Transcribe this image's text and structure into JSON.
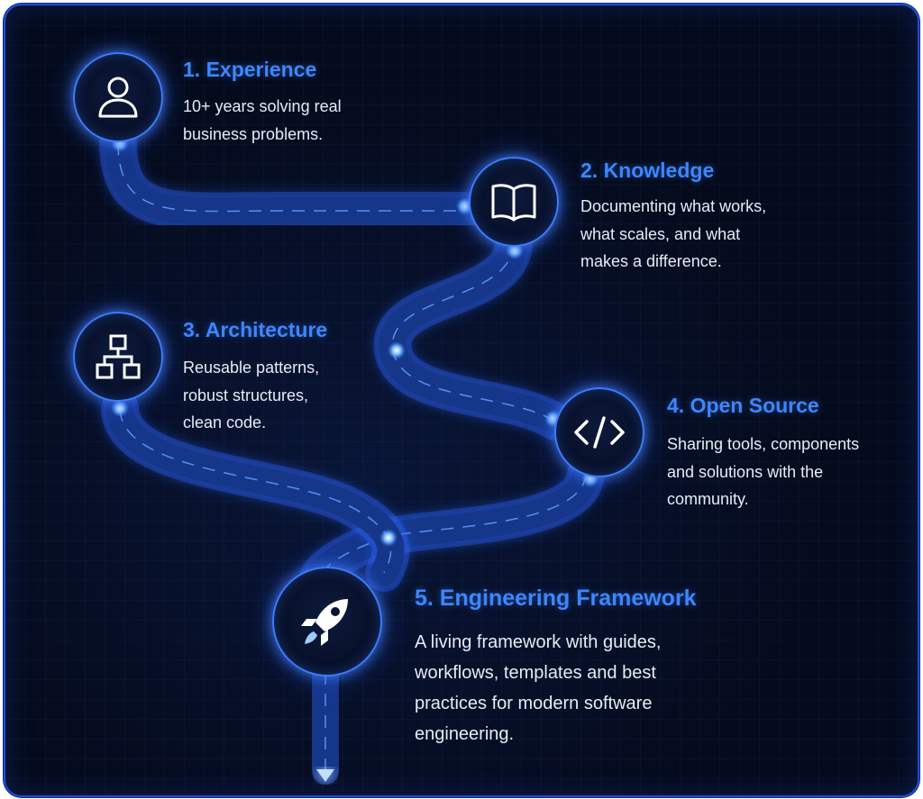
{
  "steps": [
    {
      "icon": "user-icon",
      "title": "1. Experience",
      "lines": [
        "10+ years solving real",
        "business problems."
      ]
    },
    {
      "icon": "book-icon",
      "title": "2. Knowledge",
      "lines": [
        "Documenting what works,",
        "what scales, and what",
        "makes a difference."
      ]
    },
    {
      "icon": "sitemap-icon",
      "title": "3. Architecture",
      "lines": [
        "Reusable patterns,",
        "robust structures,",
        "clean code."
      ]
    },
    {
      "icon": "code-icon",
      "title": "4. Open Source",
      "lines": [
        "Sharing tools, components",
        "and solutions with the",
        "community."
      ]
    },
    {
      "icon": "rocket-icon",
      "title": "5. Engineering Framework",
      "lines": [
        "A living framework with guides,",
        "workflows, templates and best",
        "practices for modern software",
        "engineering."
      ]
    }
  ],
  "colors": {
    "background": "#050b1c",
    "accent": "#3d86ff",
    "text": "#e6ebf5",
    "glow": "#4f9bff"
  }
}
